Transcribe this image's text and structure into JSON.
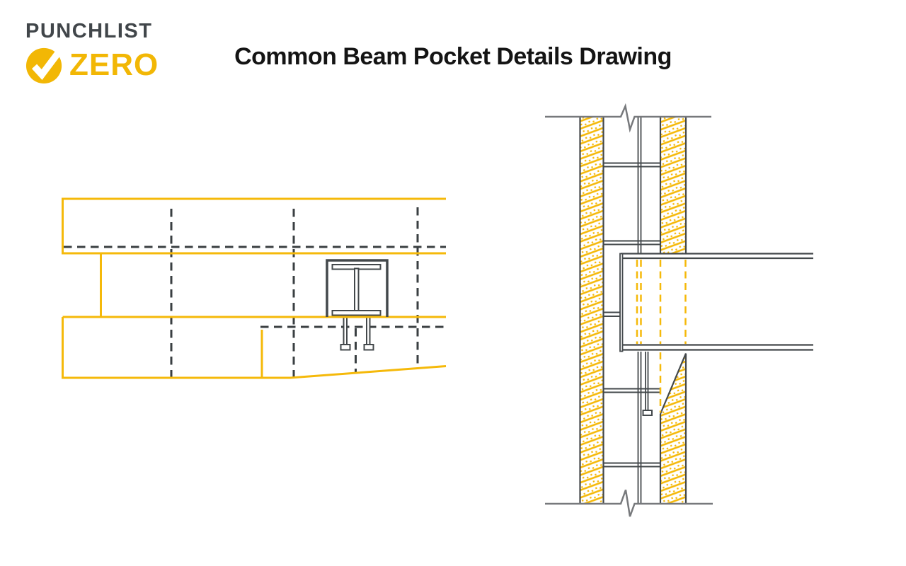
{
  "header": {
    "logo": {
      "word1": "PUNCHLIST",
      "word2": "ZERO",
      "icon": "check-circle-icon"
    },
    "title": "Common Beam Pocket Details Drawing"
  },
  "colors": {
    "brand_yellow": "#F2B705",
    "drawing_yellow": "#F5B90A",
    "logo_gray": "#41464A",
    "line_dark": "#43484B",
    "dash_dark": "#3A3F42",
    "boundary_gray": "#77797C",
    "title_black": "#141414",
    "background": "#FFFFFF"
  },
  "figures": {
    "left": {
      "name": "beam-pocket-plan-view"
    },
    "right": {
      "name": "beam-pocket-wall-section"
    }
  }
}
